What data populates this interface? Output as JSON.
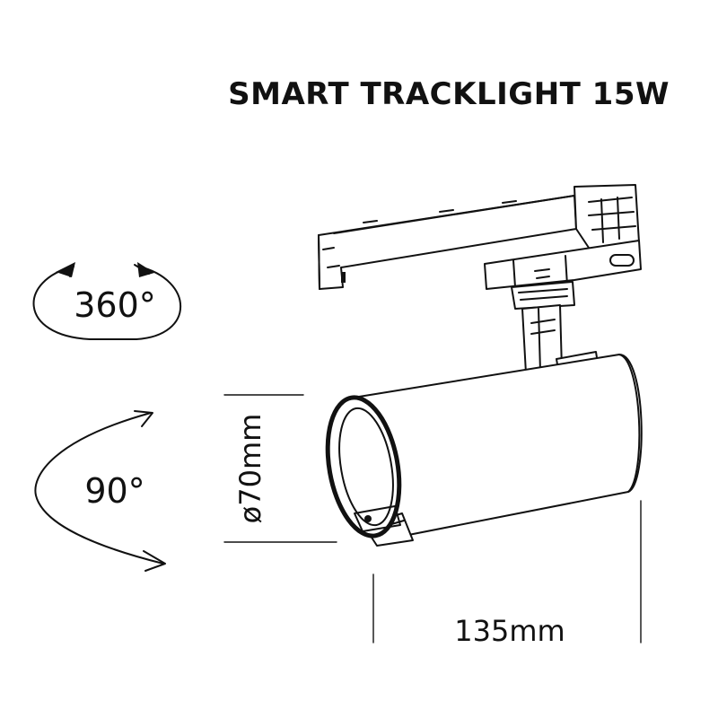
{
  "title": "SMART TRACKLIGHT 15W",
  "rotation": {
    "horizontal_label": "360°",
    "vertical_label": "90°"
  },
  "dimensions": {
    "diameter_label": "ø70mm",
    "length_label": "135mm"
  },
  "colors": {
    "ink": "#111111",
    "background": "#ffffff"
  },
  "icons": [
    "rotate-360-icon",
    "tilt-90-icon"
  ]
}
